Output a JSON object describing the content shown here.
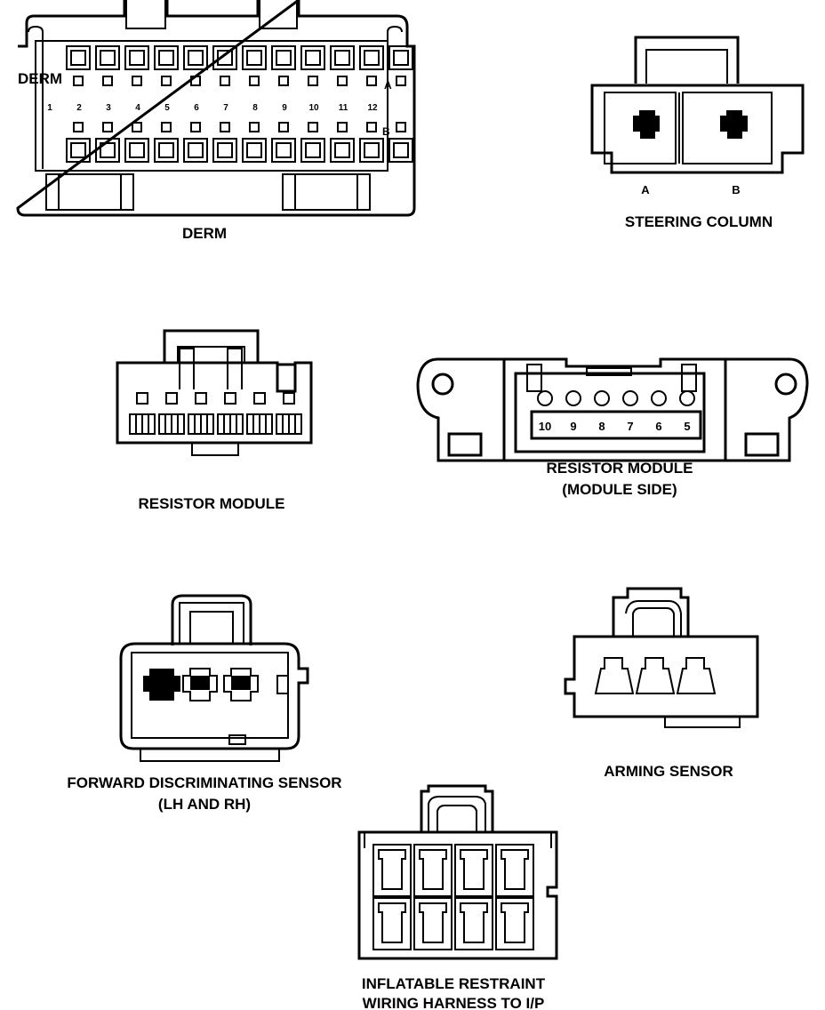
{
  "derm": {
    "label": "DERM",
    "side_label": "DERM",
    "row_a": "A",
    "row_b": "B",
    "pins": [
      "1",
      "2",
      "3",
      "4",
      "5",
      "6",
      "7",
      "8",
      "9",
      "10",
      "11",
      "12"
    ]
  },
  "steering_column": {
    "label": "STEERING COLUMN",
    "cavity_a": "A",
    "cavity_b": "B"
  },
  "resistor_module": {
    "label": "RESISTOR MODULE"
  },
  "resistor_module_side": {
    "label_line1": "RESISTOR MODULE",
    "label_line2": "(MODULE SIDE)",
    "pins": [
      "10",
      "9",
      "8",
      "7",
      "6",
      "5"
    ]
  },
  "forward_sensor": {
    "label_line1": "FORWARD DISCRIMINATING SENSOR",
    "label_line2": "(LH AND RH)"
  },
  "arming_sensor": {
    "label": "ARMING SENSOR"
  },
  "inflatable_harness": {
    "label_line1": "INFLATABLE RESTRAINT",
    "label_line2": "WIRING HARNESS TO I/P"
  }
}
